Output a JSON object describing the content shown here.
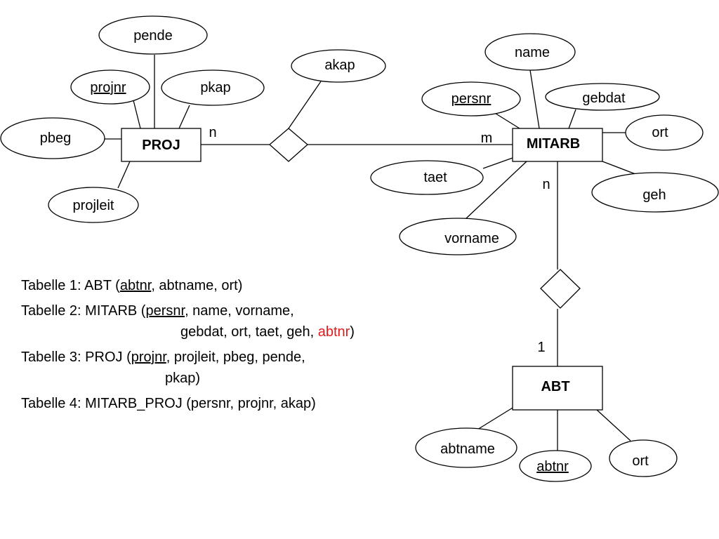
{
  "colors": {
    "foreign_key": "#e31a1a"
  },
  "entities": {
    "proj": "PROJ",
    "mitarb": "MITARB",
    "abt": "ABT"
  },
  "attributes": {
    "pende": "pende",
    "projnr": "projnr",
    "pkap": "pkap",
    "pbeg": "pbeg",
    "projleit": "projleit",
    "akap": "akap",
    "name": "name",
    "persnr": "persnr",
    "gebdat": "gebdat",
    "mitarb_ort": "ort",
    "taet": "taet",
    "geh": "geh",
    "vorname": "vorname",
    "abtname": "abtname",
    "abtnr": "abtnr",
    "abt_ort": "ort"
  },
  "cardinalities": {
    "proj_n": "n",
    "mitarb_m": "m",
    "mitarb_n": "n",
    "abt_1": "1"
  },
  "tables": {
    "t1": {
      "prefix": "Tabelle 1: ABT (",
      "key": "abtnr",
      "rest": ", abtname, ort)"
    },
    "t2": {
      "prefix": "Tabelle 2: MITARB (",
      "key": "persnr",
      "rest": ", name, vorname,",
      "line2": "gebdat, ort, taet, geh, ",
      "fk": "abtnr",
      "close": ")"
    },
    "t3": {
      "prefix": "Tabelle 3: PROJ (",
      "key": "projnr",
      "rest": ", projleit, pbeg, pende,",
      "line2": "pkap)"
    },
    "t4": {
      "text": "Tabelle 4: MITARB_PROJ (persnr, projnr, akap)"
    }
  }
}
